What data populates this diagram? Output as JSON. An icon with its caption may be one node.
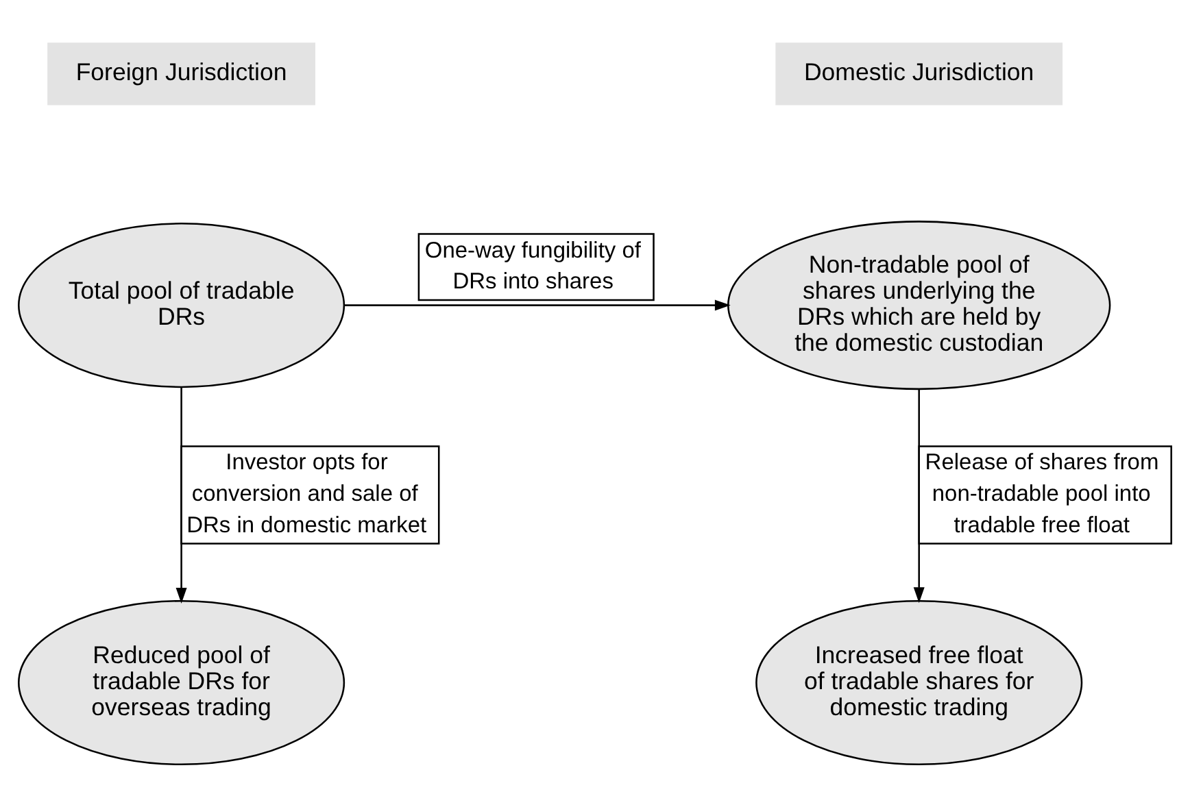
{
  "diagram": {
    "nodes": [
      {
        "text": [
          "Foreign Jurisdiction"
        ]
      },
      {
        "text": [
          "Domestic Jurisdiction"
        ]
      },
      {
        "text": [
          "Total pool of tradable DRs"
        ]
      },
      {
        "text": [
          "Non-tradable pool of shares underlying the DRs which are held by the domestic custodian"
        ]
      },
      {
        "text": [
          "Reduced pool of tradable DRs for overseas trading"
        ]
      },
      {
        "text": [
          "Increased free float of tradable shares for domestic trading"
        ]
      }
    ],
    "edges": [
      {
        "from": 2,
        "to": 4,
        "arrow": "to",
        "label": "Investor opts for conversion and sale of DRs in domestic market"
      },
      {
        "from": 2,
        "to": 3,
        "arrow": "to",
        "label": "One-way fungibility of DRs into shares"
      },
      {
        "from": 3,
        "to": 5,
        "arrow": "to",
        "label": "Release of shares from non-tradable pool into tradable free float"
      }
    ]
  }
}
